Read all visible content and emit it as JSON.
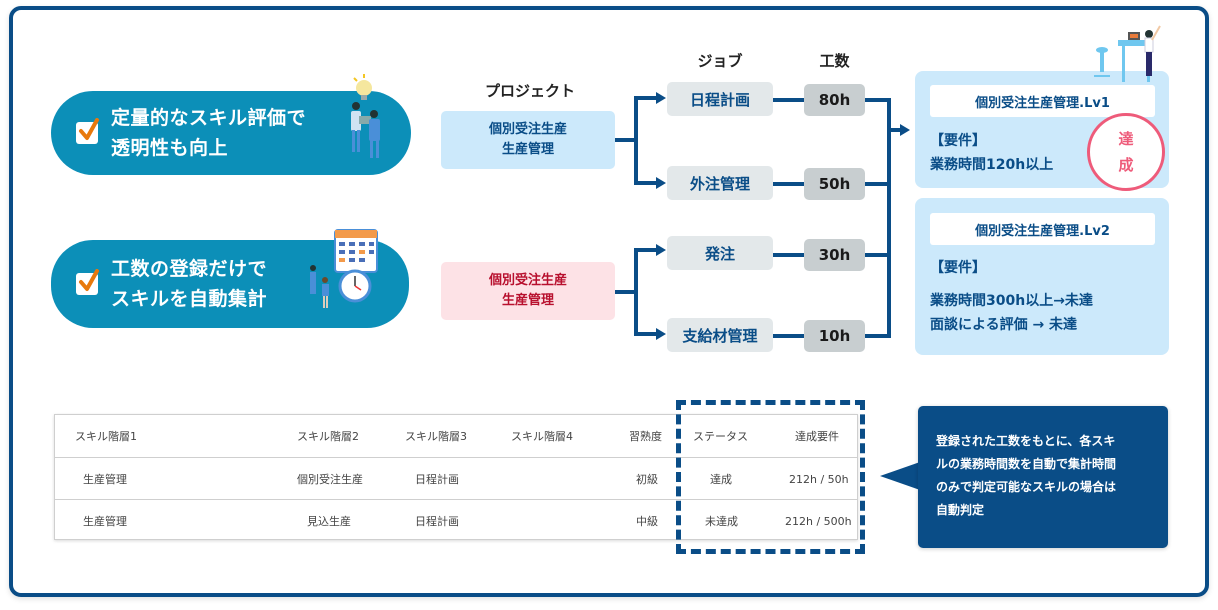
{
  "features": [
    {
      "lines": [
        "定量的なスキル評価で",
        "透明性も向上"
      ],
      "icon": "people-lightbulb-illustration"
    },
    {
      "lines": [
        "工数の登録だけで",
        "スキルを自動集計"
      ],
      "icon": "calendar-clock-illustration"
    }
  ],
  "headings": {
    "project": "プロジェクト",
    "job": "ジョブ",
    "hours": "工数"
  },
  "projects": [
    {
      "lines": [
        "個別受注生産",
        "生産管理"
      ],
      "color": "#cce9fb"
    },
    {
      "lines": [
        "個別受注生産",
        "生産管理"
      ],
      "color": "#fde2e6"
    }
  ],
  "jobs": [
    {
      "name": "日程計画",
      "hours": "80h"
    },
    {
      "name": "外注管理",
      "hours": "50h"
    },
    {
      "name": "発注",
      "hours": "30h"
    },
    {
      "name": "支給材管理",
      "hours": "10h"
    }
  ],
  "levels": [
    {
      "title": "個別受注生産管理.Lv1",
      "req_label": "【要件】",
      "req_lines": [
        "業務時間120h以上"
      ],
      "stamp": [
        "達",
        "成"
      ]
    },
    {
      "title": "個別受注生産管理.Lv2",
      "req_label": "【要件】",
      "req_lines": [
        "業務時間300h以上→未達",
        "面談による評価 → 未達"
      ]
    }
  ],
  "table": {
    "headers": [
      "スキル階層1",
      "スキル階層2",
      "スキル階層3",
      "スキル階層4",
      "習熟度",
      "ステータス",
      "達成要件"
    ],
    "rows": [
      [
        "生産管理",
        "個別受注生産",
        "日程計画",
        "",
        "初級",
        "達成",
        "212h / 50h"
      ],
      [
        "生産管理",
        "見込生産",
        "日程計画",
        "",
        "中級",
        "未達成",
        "212h / 500h"
      ]
    ]
  },
  "callout": {
    "lines": [
      "登録された工数をもとに、各スキ",
      "ルの業務時間数を自動で集計時間",
      "のみで判定可能なスキルの場合は",
      "自動判定"
    ]
  },
  "colors": {
    "navy": "#0a4d87",
    "teal": "#0c8fb8",
    "stamp": "#ee5b7a",
    "check": "#e8790c"
  }
}
